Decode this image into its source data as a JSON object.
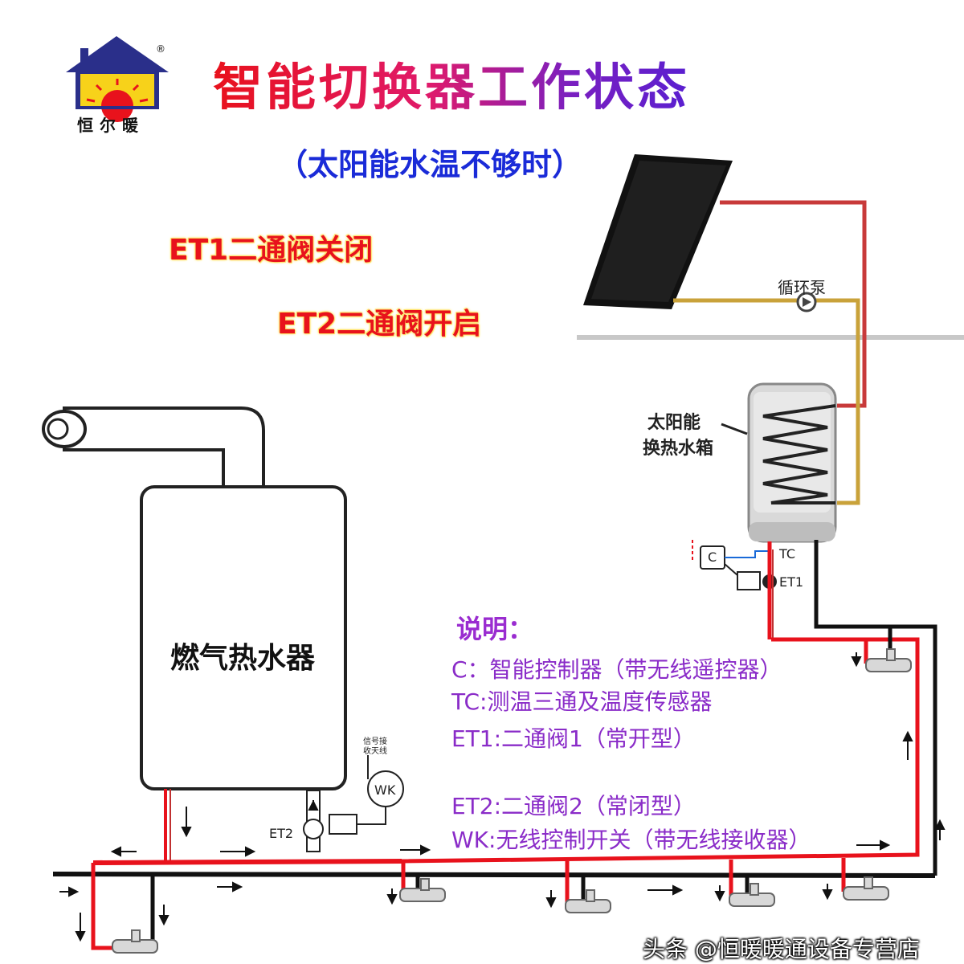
{
  "brand": {
    "logo_text": "恒尔暖",
    "registered_mark": "®"
  },
  "title": "智能切换器工作状态",
  "subtitle": "（太阳能水温不够时）",
  "status_lines": [
    "ET1二通阀关闭",
    "ET2二通阀开启"
  ],
  "labels": {
    "pump": "循环泵",
    "tank_line1": "太阳能",
    "tank_line2": "换热水箱",
    "heater": "燃气热水器",
    "c": "C",
    "tc": "TC",
    "et1": "ET1",
    "et2": "ET2",
    "wk": "WK",
    "antenna_line1": "信号接",
    "antenna_line2": "收天线"
  },
  "legend": {
    "heading": "说明：",
    "items": [
      "C：智能控制器（带无线遥控器）",
      "TC:测温三通及温度传感器",
      "ET1:二通阀1（常开型）",
      "ET2:二通阀2（常闭型）",
      "WK:无线控制开关（带无线接收器）"
    ]
  },
  "watermark": "头条 @恒暖暖通设备专营店",
  "colors": {
    "hot_pipe": "#e8121c",
    "cold_pipe": "#111111",
    "solar_loop": "#c9a23a",
    "title_start": "#e8121c",
    "title_end": "#5a1fd0",
    "subtitle": "#1a2bd8",
    "legend": "#8a2cc8"
  },
  "icons": [
    "house-logo-icon",
    "solar-panel-icon",
    "pump-icon",
    "tank-coil-icon",
    "faucet-icon",
    "arrow-icon",
    "valve-icon"
  ]
}
